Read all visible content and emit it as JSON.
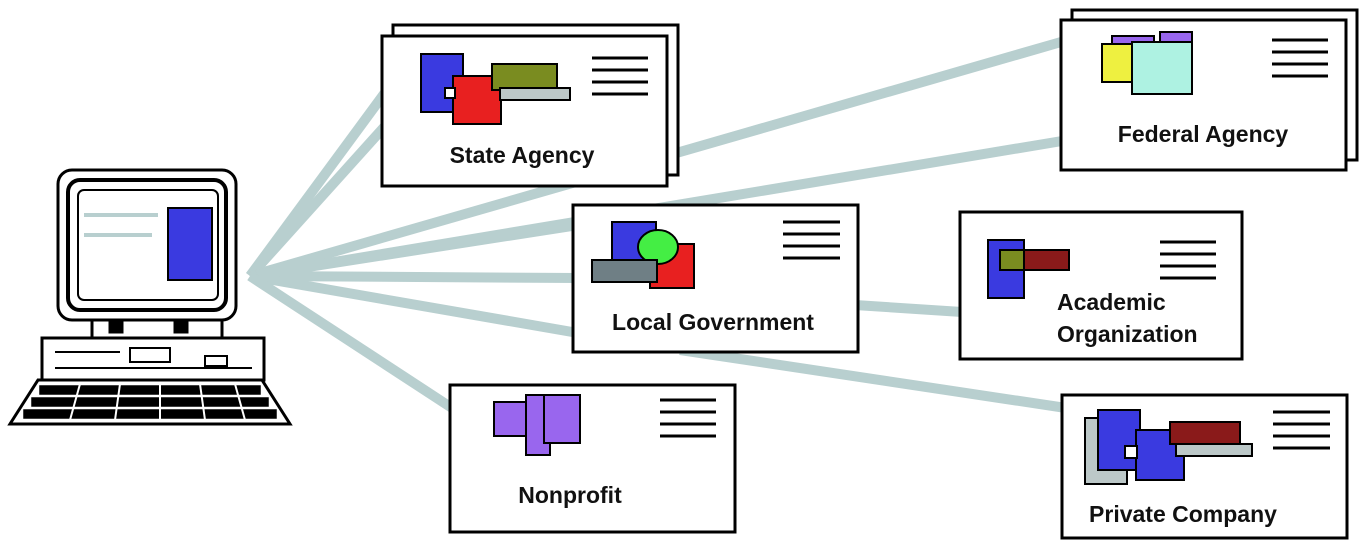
{
  "diagram": {
    "hub": {
      "name": "computer",
      "icon": "desktop-computer-icon"
    },
    "nodes": [
      {
        "id": "state-agency",
        "label_lines": [
          "State Agency"
        ],
        "icon": "document-windows-icon"
      },
      {
        "id": "federal-agency",
        "label_lines": [
          "Federal Agency"
        ],
        "icon": "document-windows-icon"
      },
      {
        "id": "local-government",
        "label_lines": [
          "Local Government"
        ],
        "icon": "document-windows-icon"
      },
      {
        "id": "academic-organization",
        "label_lines": [
          "Academic",
          "Organization"
        ],
        "icon": "document-windows-icon"
      },
      {
        "id": "nonprofit",
        "label_lines": [
          "Nonprofit"
        ],
        "icon": "document-windows-icon"
      },
      {
        "id": "private-company",
        "label_lines": [
          "Private Company"
        ],
        "icon": "document-windows-icon"
      }
    ],
    "connections": [
      {
        "from": "computer",
        "to": "state-agency"
      },
      {
        "from": "computer",
        "to": "federal-agency"
      },
      {
        "from": "computer",
        "to": "local-government"
      },
      {
        "from": "computer",
        "to": "nonprofit"
      },
      {
        "from": "computer",
        "to": "private-company"
      },
      {
        "from": "local-government",
        "to": "academic-organization"
      }
    ],
    "colors": {
      "connector": "#b8cfcf",
      "border": "#000000",
      "card": "#ffffff",
      "blue": "#3a3ae0",
      "red": "#e82020",
      "olive": "#7a8c20",
      "green": "#44ee44",
      "gray": "#6f7f85",
      "light_gray": "#bcc8c8",
      "purple": "#9966ee",
      "yellow": "#eef040",
      "mint": "#aef2e2",
      "dark_red": "#8a1a1a"
    }
  }
}
